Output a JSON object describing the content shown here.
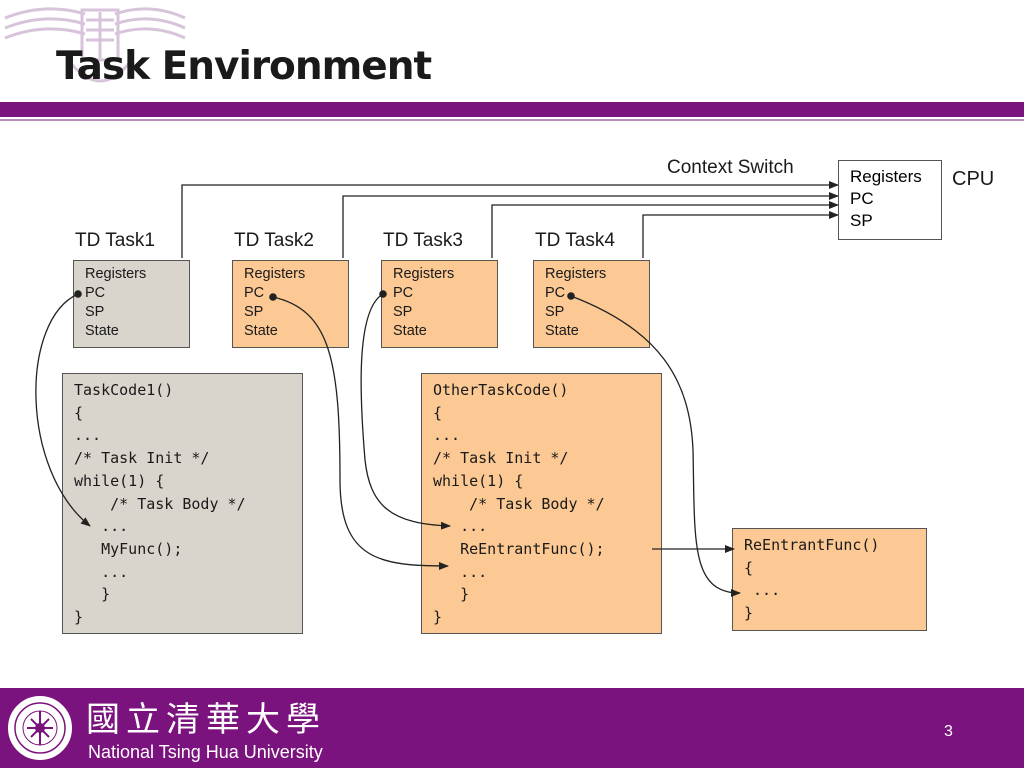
{
  "slide": {
    "title": "Task Environment",
    "page_number": "3"
  },
  "diagram": {
    "context_switch_label": "Context Switch",
    "cpu": {
      "label": "CPU",
      "fields": [
        "Registers",
        "PC",
        "SP"
      ]
    },
    "task_descriptors": [
      {
        "label": "TD Task1",
        "fields": [
          "Registers",
          "PC",
          "SP",
          "State"
        ]
      },
      {
        "label": "TD Task2",
        "fields": [
          "Registers",
          "PC",
          "SP",
          "State"
        ]
      },
      {
        "label": "TD Task3",
        "fields": [
          "Registers",
          "PC",
          "SP",
          "State"
        ]
      },
      {
        "label": "TD Task4",
        "fields": [
          "Registers",
          "PC",
          "SP",
          "State"
        ]
      }
    ],
    "code_blocks": {
      "task_code_1": [
        "TaskCode1()",
        "{",
        "...",
        "/* Task Init */",
        "while(1) {",
        "    /* Task Body */",
        "   ...",
        "   MyFunc();",
        "   ...",
        "   }",
        "}"
      ],
      "other_task_code": [
        "OtherTaskCode()",
        "{",
        "...",
        "/* Task Init */",
        "while(1) {",
        "    /* Task Body */",
        "   ...",
        "   ReEntrantFunc();",
        "   ...",
        "   }",
        "}"
      ],
      "reentrant_func": [
        "ReEntrantFunc()",
        "{",
        " ...",
        "}"
      ]
    },
    "colors": {
      "gray_box": "#d9d4cc",
      "orange_box": "#fcc994",
      "accent_purple": "#7b137e"
    }
  },
  "footer": {
    "university_chinese": "國立清華大學",
    "university_english": "National Tsing Hua University"
  }
}
